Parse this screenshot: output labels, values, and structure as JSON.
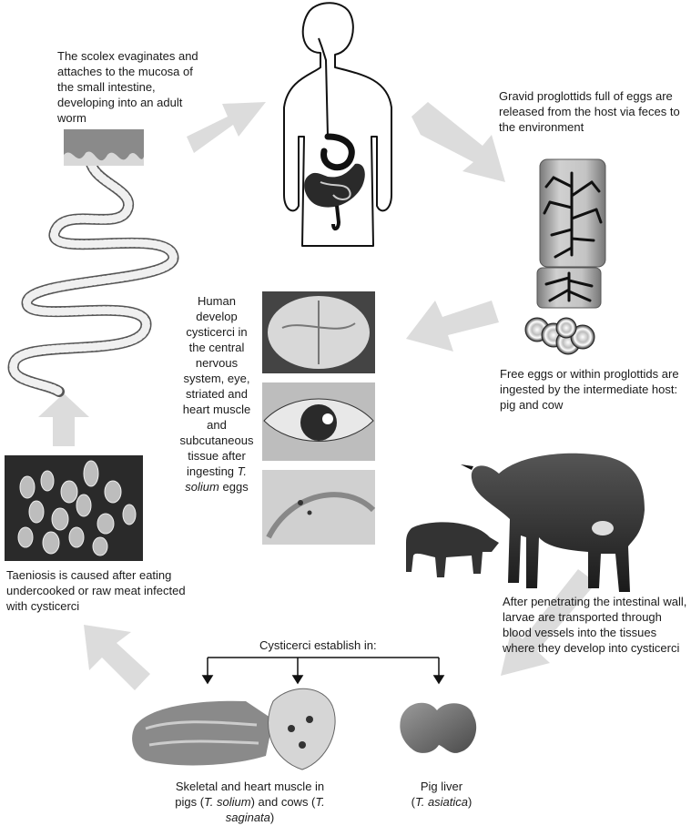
{
  "captions": {
    "scolex": "The scolex evaginates and attaches to the mucosa of the small intestine, developing into an adult worm",
    "gravid": "Gravid proglottids full of eggs are released from the host via feces to the environment",
    "free_eggs": "Free eggs or within proglottids are ingested by the intermediate host: pig and cow",
    "human_before": "Human develop cysticerci in the central nervous system, eye, striated and heart muscle and subcutaneous tissue after ingesting",
    "human_species": "T. solium",
    "human_after": "eggs",
    "penetrating": "After penetrating the intestinal wall, larvae are transported through blood vessels into the tissues where they develop into cysticerci",
    "taeniosis": "Taeniosis is caused after eating undercooked or raw meat infected with cysticerci",
    "establish": "Cysticerci establish in:",
    "muscle_1": "Skeletal and heart muscle in pigs (",
    "muscle_sp1": "T. solium",
    "muscle_2": ") and cows (",
    "muscle_sp2": "T. saginata",
    "muscle_3": ")",
    "liver_label": "Pig liver",
    "liver_sp": "T. asiatica"
  },
  "colors": {
    "arrow": "#dcdcdc",
    "outline": "#111111",
    "photo_dark": "#2a2a2a"
  }
}
